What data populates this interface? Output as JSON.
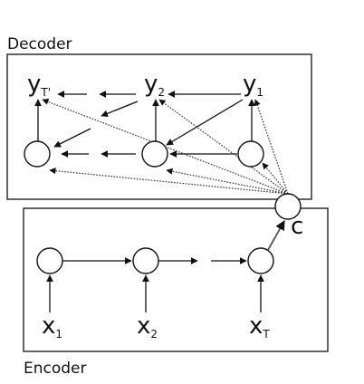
{
  "decoder": {
    "label": "Decoder",
    "outputs": [
      {
        "base": "y",
        "sub": "T'"
      },
      {
        "base": "y",
        "sub": "2"
      },
      {
        "base": "y",
        "sub": "1"
      }
    ]
  },
  "encoder": {
    "label": "Encoder",
    "inputs": [
      {
        "base": "x",
        "sub": "1"
      },
      {
        "base": "x",
        "sub": "2"
      },
      {
        "base": "x",
        "sub": "T"
      }
    ]
  },
  "context": {
    "label": "c"
  }
}
